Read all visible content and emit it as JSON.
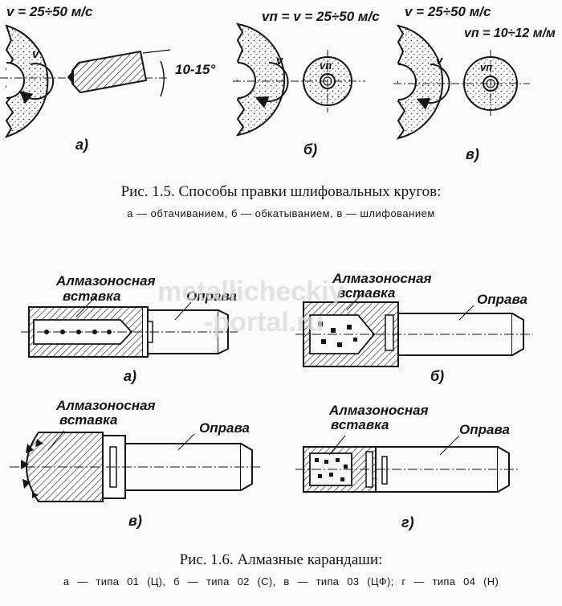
{
  "fig15": {
    "panel_a": {
      "speed": "v = 25÷50 м/с",
      "wheel_v": "v",
      "angle": "10-15°",
      "letter": "a)"
    },
    "panel_b": {
      "speed": "vп = v = 25÷50 м/с",
      "wheel_v": "v",
      "roller_v": "vп",
      "letter": "б)"
    },
    "panel_c": {
      "speed": "v = 25÷50 м/с",
      "speed2": "vп = 10÷12 м/м",
      "wheel_v": "v",
      "roller_v": "vп",
      "letter": "в)"
    },
    "caption": "Рис. 1.5. Способы правки шлифовальных кругов:",
    "subcaption": "а — обтачиванием, б — обкатыванием, в — шлифованием"
  },
  "fig16": {
    "insert_label_1": "Алмазоносная",
    "insert_label_2": "вставка",
    "mandrel_label": "Оправа",
    "letters": [
      "a)",
      "б)",
      "в)",
      "г)"
    ],
    "caption": "Рис. 1.6. Алмазные карандаши:",
    "subcaption": "а — типа 01 (Ц), б — типа 02 (С), в — типа 03 (ЦФ); г — типа 04 (Н)"
  },
  "watermark": {
    "line1": "metallicheckiy",
    "line2": "-portal.ru"
  }
}
